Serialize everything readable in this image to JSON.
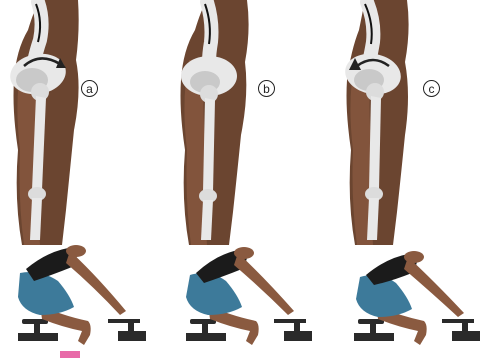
{
  "panels": [
    {
      "label": "a",
      "pelvis_tilt": "posterior-rotation-arrow"
    },
    {
      "label": "b",
      "pelvis_tilt": "neutral"
    },
    {
      "label": "c",
      "pelvis_tilt": "anterior-rotation-arrow"
    }
  ],
  "colors": {
    "skin_dark": "#6b4530",
    "skin_mid": "#8a5a40",
    "bone": "#e8e8e8",
    "bone_shadow": "#b9b9b9",
    "jersey": "#1b1b1b",
    "shorts": "#3d7a9a",
    "arrow": "#222222",
    "spine_line": "#111111",
    "bike": "#2a2a2a"
  }
}
